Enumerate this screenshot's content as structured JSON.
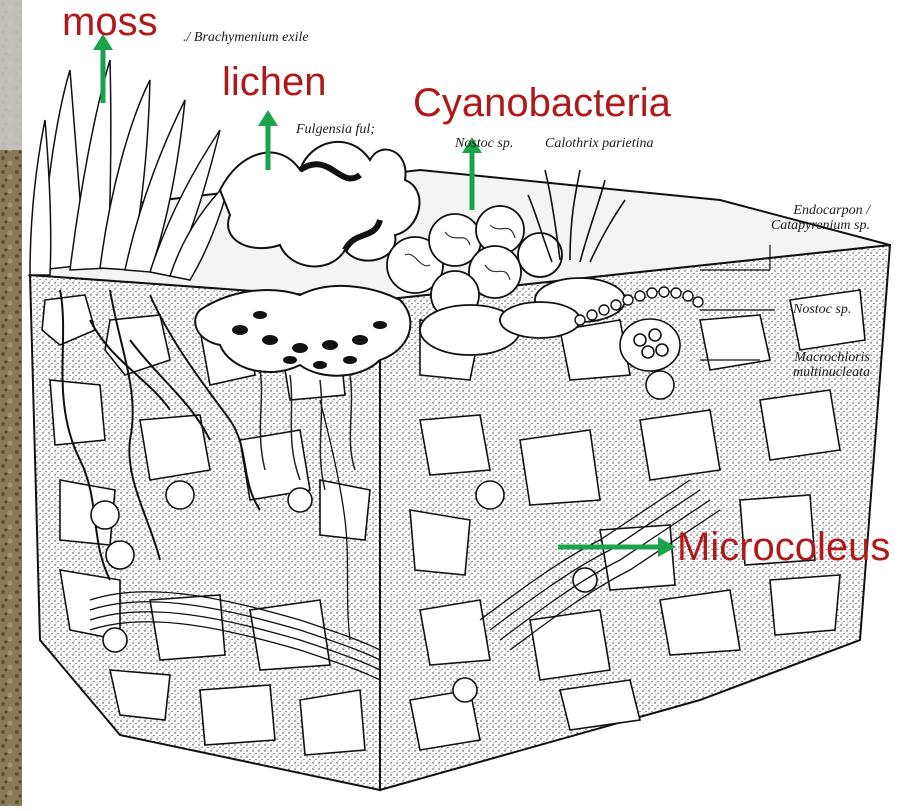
{
  "annotations": {
    "moss": "moss",
    "lichen": "lichen",
    "cyanobacteria": "Cyanobacteria",
    "microcoleus": "Microcoleus"
  },
  "species_labels": {
    "brachymenium": "./ Brachymenium exile",
    "fulgensia": "Fulgensia ful;",
    "nostoc_top": "Nostoc sp.",
    "calothrix": "Calothrix parietina",
    "endocarpon_line1": "Endocarpon /",
    "endocarpon_line2": "Catapyrenium sp.",
    "nostoc_right": "Nostoc sp.",
    "macrochloris_line1": "Macrochloris",
    "macrochloris_line2": "multinucleata"
  },
  "colors": {
    "annotation_text": "#b01919",
    "arrow": "#1aa34a",
    "ink": "#1a1a1a",
    "left_photo": "#7a6a4a"
  }
}
